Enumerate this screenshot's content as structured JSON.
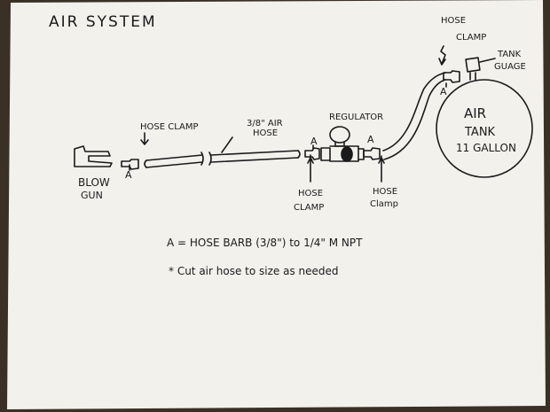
{
  "title": "AIR SYSTEM",
  "labels": {
    "blow_gun": [
      "BLOW",
      "GUN"
    ],
    "hose_clamp_left": "HOSE CLAMP",
    "air_hose": [
      "3/8\" AIR",
      "HOSE"
    ],
    "regulator": "REGULATOR",
    "hose_clamp_mid": [
      "HOSE",
      "CLAMP"
    ],
    "hose_clamp_right": [
      "HOSE",
      "Clamp"
    ],
    "hose_clamp_top": [
      "HOSE",
      "CLAMP"
    ],
    "tank_gauge": [
      "TANK",
      "GUAGE"
    ],
    "air_tank": [
      "AIR",
      "TANK",
      "11 GALLON"
    ],
    "barb_marker": "A"
  },
  "notes": {
    "legend": "A = HOSE BARB (3/8\") to 1/4\" M NPT",
    "cut_note": "* Cut air hose to size as needed"
  },
  "colors": {
    "paper": "#f2f1ec",
    "ink": "#1a1a1a",
    "background": "#3a3026"
  }
}
